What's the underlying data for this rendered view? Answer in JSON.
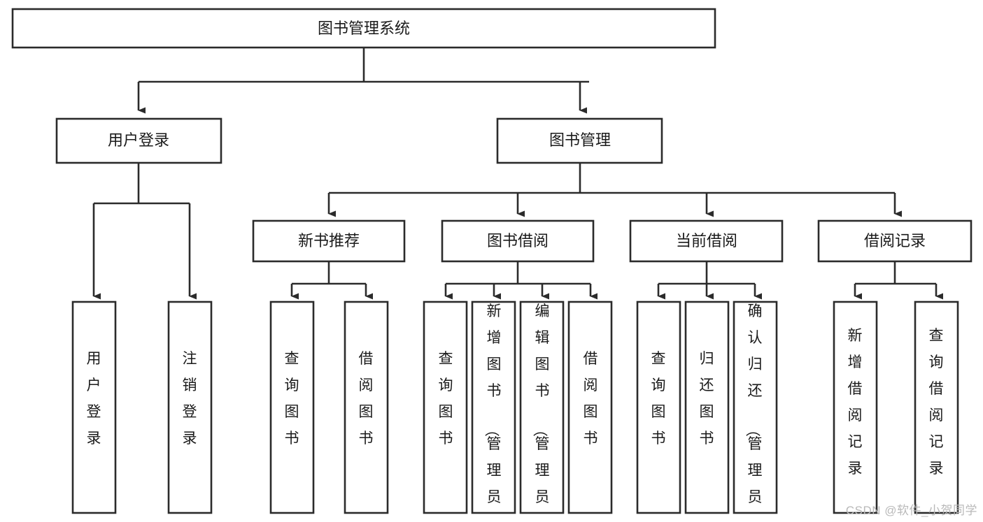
{
  "diagram": {
    "type": "tree-hierarchy",
    "title": "图书管理系统",
    "watermark": "CSDN @软件_小贺同学",
    "colors": {
      "box_stroke": "#2b2b2b",
      "box_fill": "#ffffff",
      "connector": "#2b2b2b",
      "text": "#1a1a1a",
      "watermark": "#b9b9b9",
      "background": "#ffffff"
    },
    "root": {
      "label": "图书管理系统"
    },
    "level2": [
      {
        "label": "用户登录"
      },
      {
        "label": "图书管理"
      }
    ],
    "level3": [
      {
        "label": "新书推荐"
      },
      {
        "label": "图书借阅"
      },
      {
        "label": "当前借阅"
      },
      {
        "label": "借阅记录"
      }
    ],
    "leaves": {
      "user_login": [
        {
          "label": "用户登录"
        },
        {
          "label": "注销登录"
        }
      ],
      "new_book_recommend": [
        {
          "label": "查询图书"
        },
        {
          "label": "借阅图书"
        }
      ],
      "book_borrow": [
        {
          "label": "查询图书"
        },
        {
          "label": "新增图书（管理员）"
        },
        {
          "label": "编辑图书（管理员）"
        },
        {
          "label": "借阅图书"
        }
      ],
      "current_borrow": [
        {
          "label": "查询图书"
        },
        {
          "label": "归还图书"
        },
        {
          "label": "确认归还（管理员）"
        }
      ],
      "borrow_record": [
        {
          "label": "新增借阅记录"
        },
        {
          "label": "查询借阅记录"
        }
      ]
    }
  }
}
